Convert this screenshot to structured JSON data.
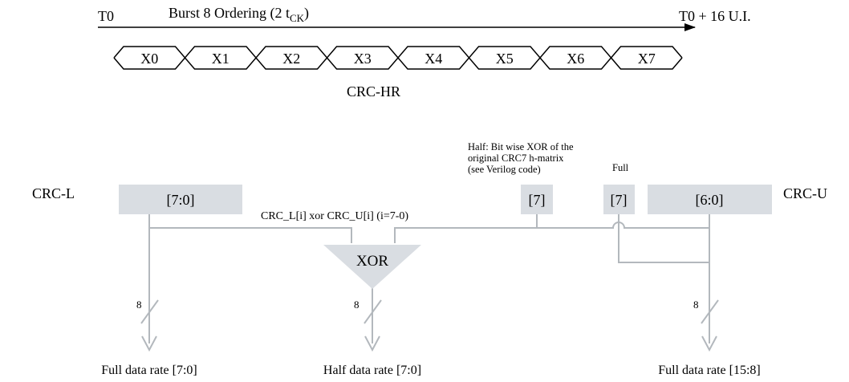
{
  "header": {
    "t0": "T0",
    "title_main": "Burst 8 Ordering  (2 t",
    "title_sub": "CK",
    "title_end": ")",
    "t_end": "T0 + 16 U.I."
  },
  "bits": [
    "X0",
    "X1",
    "X2",
    "X3",
    "X4",
    "X5",
    "X6",
    "X7"
  ],
  "crc_hr_label": "CRC-HR",
  "side_labels": {
    "left": "CRC-L",
    "right": "CRC-U"
  },
  "boxes": {
    "crc_l": "[7:0]",
    "half7": "[7]",
    "full7": "[7]",
    "crc_u": "[6:0]"
  },
  "annotations": {
    "half_note": [
      "Half: Bit wise XOR of the",
      "original CRC7 h-matrix",
      "(see Verilog code)"
    ],
    "full": "Full",
    "xor_expr": "CRC_L[i]  xor  CRC_U[i] (i=7-0)"
  },
  "xor_label": "XOR",
  "bus_widths": [
    "8",
    "8",
    "8"
  ],
  "outputs": [
    "Full data rate [7:0]",
    "Half data rate [7:0]",
    "Full data rate [15:8]"
  ],
  "colors": {
    "box_fill": "#d9dde2",
    "wire": "#b3b8bd"
  }
}
